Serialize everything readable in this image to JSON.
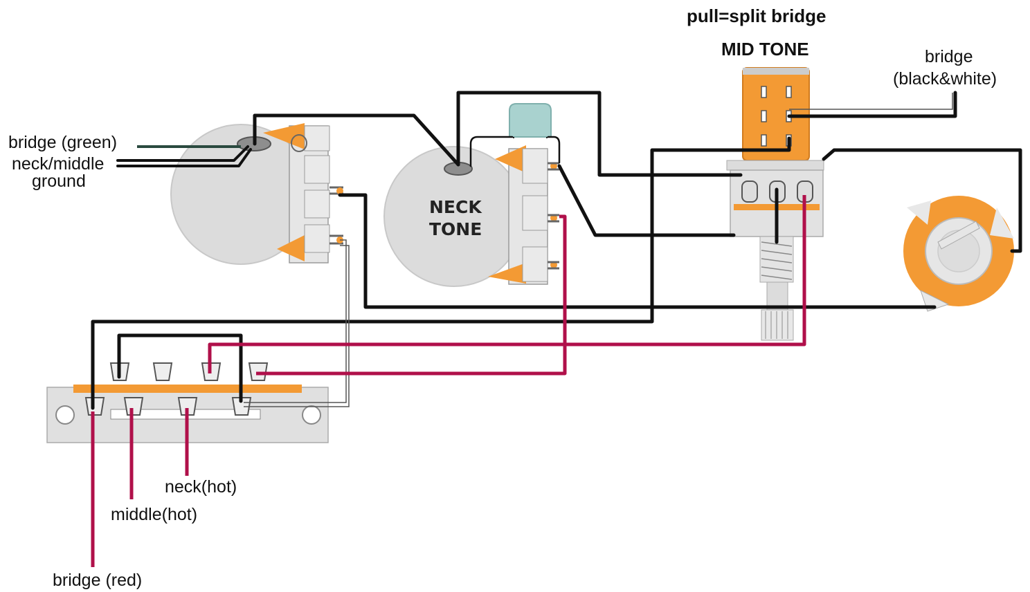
{
  "labels": {
    "title": "pull=split bridge",
    "mid_tone": "MID TONE",
    "bridge_bw_line1": "bridge",
    "bridge_bw_line2": "(black&white)",
    "bridge_green": "bridge (green)",
    "neck_middle": "neck/middle",
    "ground": "ground",
    "neck_tone_line1": "NECK",
    "neck_tone_line2": "TONE",
    "neck_hot": "neck(hot)",
    "middle_hot": "middle(hot)",
    "bridge_red": "bridge (red)"
  },
  "colors": {
    "ground_wire": "#111111",
    "hot_wire": "#b0104a",
    "lug_accent": "#f39a34",
    "pot_body": "#dcdcdc",
    "capacitor": "#a9d2cf"
  }
}
